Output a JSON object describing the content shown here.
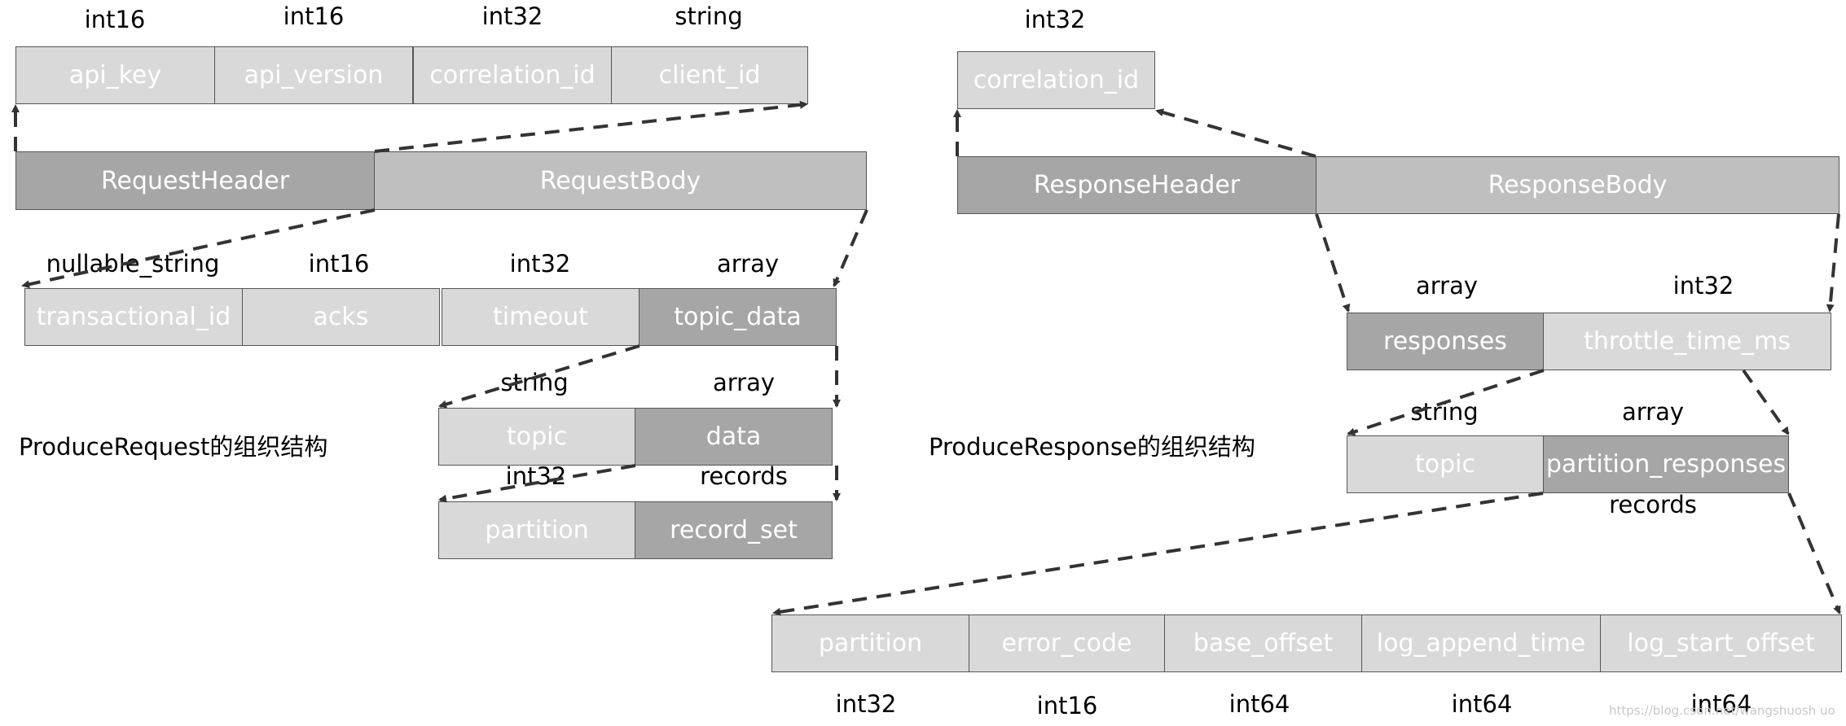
{
  "request": {
    "header_fields": {
      "api_key": "api_key",
      "api_version": "api_version",
      "correlation_id": "correlation_id",
      "client_id": "client_id"
    },
    "header_types": {
      "api_key": "int16",
      "api_version": "int16",
      "correlation_id": "int32",
      "client_id": "string"
    },
    "request_header": "RequestHeader",
    "request_body": "RequestBody",
    "body_fields": {
      "transactional_id": "transactional_id",
      "acks": "acks",
      "timeout": "timeout",
      "topic_data": "topic_data"
    },
    "body_types": {
      "transactional_id": "nullable_string",
      "acks": "int16",
      "timeout": "int32",
      "topic_data": "array"
    },
    "topic_data_fields": {
      "topic": "topic",
      "data": "data"
    },
    "topic_data_types": {
      "topic": "string",
      "data": "array"
    },
    "data_fields": {
      "partition": "partition",
      "record_set": "record_set"
    },
    "data_types": {
      "partition": "int32",
      "record_set": "records"
    },
    "caption": "ProduceRequest的组织结构"
  },
  "response": {
    "header_fields": {
      "correlation_id": "correlation_id"
    },
    "header_types": {
      "correlation_id": "int32"
    },
    "response_header": "ResponseHeader",
    "response_body": "ResponseBody",
    "body_fields": {
      "responses": "responses",
      "throttle_time_ms": "throttle_time_ms"
    },
    "body_types": {
      "responses": "array",
      "throttle_time_ms": "int32"
    },
    "responses_fields": {
      "topic": "topic",
      "partition_responses": "partition_responses"
    },
    "responses_types": {
      "topic": "string",
      "partition_responses": "array",
      "partition_responses_sub": "records"
    },
    "partition_fields": {
      "partition": "partition",
      "error_code": "error_code",
      "base_offset": "base_offset",
      "log_append_time": "log_append_time",
      "log_start_offset": "log_start_offset"
    },
    "partition_types": {
      "partition": "int32",
      "error_code": "int16",
      "base_offset": "int64",
      "log_append_time": "int64",
      "log_start_offset": "int64"
    },
    "caption": "ProduceResponse的组织结构"
  },
  "watermark": "https://blog.csdn.net/wangshuosh uo",
  "colors": {
    "light": "#d9d9d9",
    "mid": "#bfbfbf",
    "dark": "#a6a6a6",
    "arrow": "#333333"
  }
}
